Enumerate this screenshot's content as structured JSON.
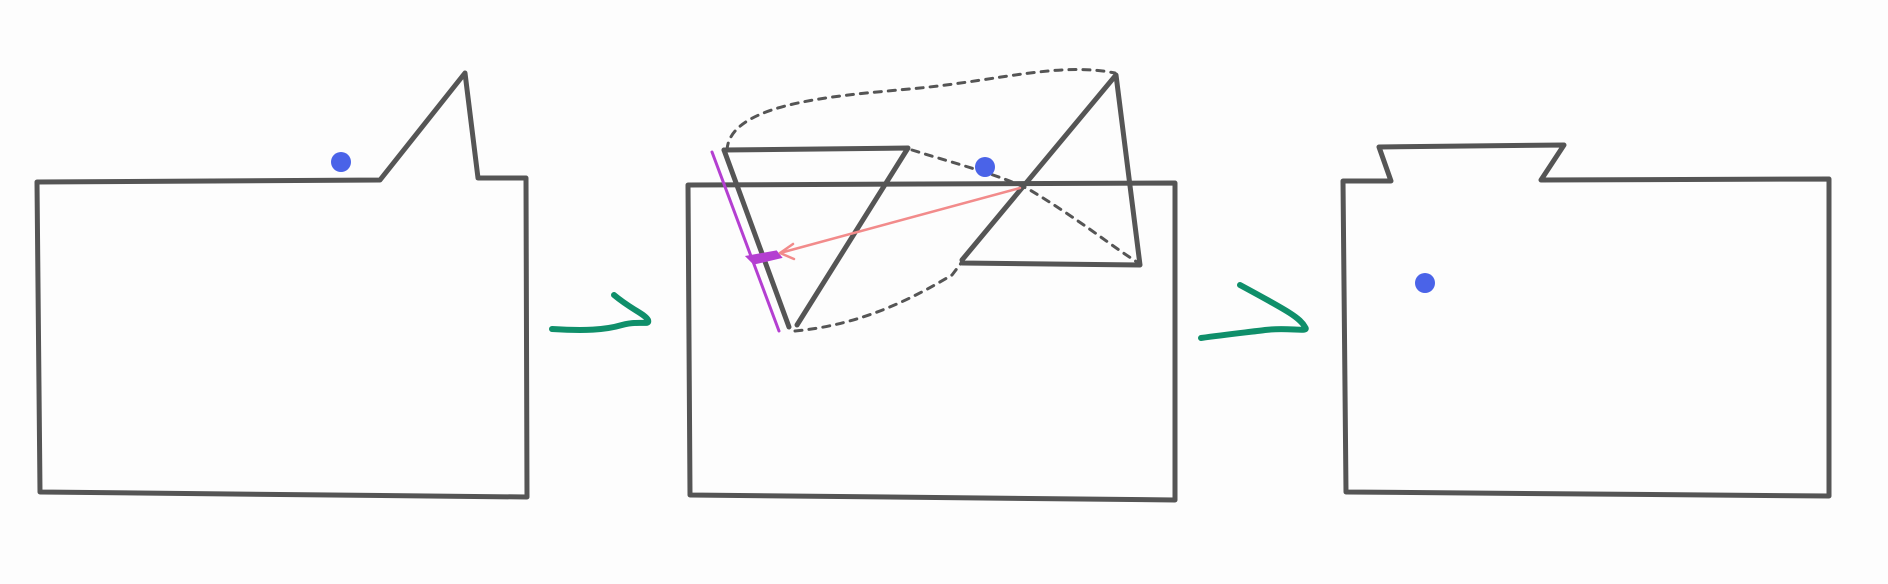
{
  "colors": {
    "background": "#fdfdfd",
    "outline": "#555555",
    "point": "#4a63e8",
    "transition_arrow": "#0f8f6a",
    "projection_arrow": "#f28b8b",
    "edge_highlight": "#b43fd1"
  },
  "panels": [
    {
      "id": "before",
      "marker": "blue-dot",
      "shape": "rectangle-with-spike"
    },
    {
      "id": "intermediate",
      "marker": "blue-dot",
      "shape": "rectangle-with-overlaid-flipped-spike"
    },
    {
      "id": "after",
      "marker": "blue-dot",
      "shape": "rectangle-with-notch"
    }
  ],
  "transitions": [
    {
      "from": "before",
      "to": "intermediate",
      "icon": "arrow-right-icon"
    },
    {
      "from": "intermediate",
      "to": "after",
      "icon": "arrow-right-icon"
    }
  ]
}
